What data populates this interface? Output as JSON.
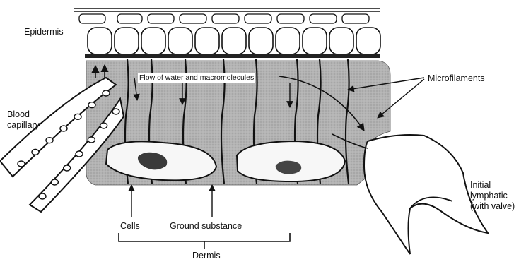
{
  "labels": {
    "epidermis": "Epidermis",
    "flow": "Flow of water and macromolecules",
    "microfilaments": "Microfilaments",
    "blood_capillary_line1": "Blood",
    "blood_capillary_line2": "capillary",
    "initial_lymphatic_line1": "Initial",
    "initial_lymphatic_line2": "lymphatic",
    "initial_lymphatic_line3": "(with valve)",
    "cells": "Cells",
    "ground_substance": "Ground substance",
    "dermis": "Dermis"
  },
  "colors": {
    "ink": "#111111",
    "dermis_fill": "#a9a9a9",
    "cell_fill": "#f7f7f7",
    "nucleus_fill": "#3a3a3a"
  }
}
